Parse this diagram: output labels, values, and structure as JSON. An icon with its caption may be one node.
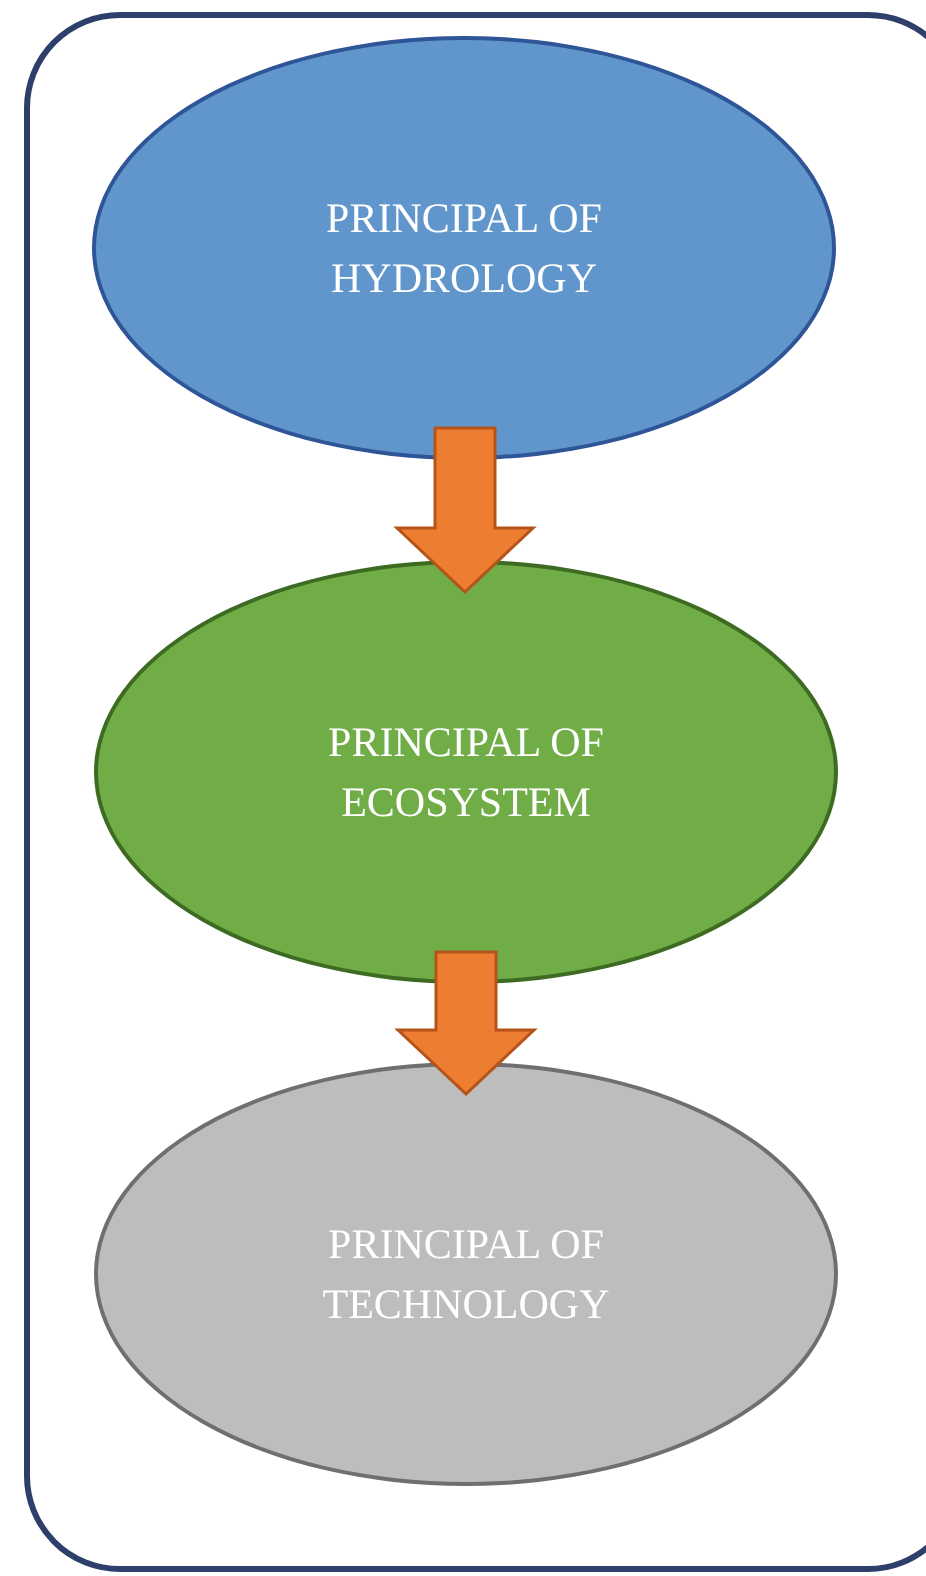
{
  "diagram": {
    "nodes": [
      {
        "text": [
          "PRINCIPAL OF HYDROLOGY"
        ]
      },
      {
        "text": [
          "PRINCIPAL OF ECOSYSTEM"
        ]
      },
      {
        "text": [
          "PRINCIPAL OF TECHNOLOGY"
        ]
      }
    ],
    "edges": [
      {
        "from": 0,
        "to": 1,
        "arrow": "to"
      },
      {
        "from": 1,
        "to": 2,
        "arrow": "to"
      }
    ]
  }
}
